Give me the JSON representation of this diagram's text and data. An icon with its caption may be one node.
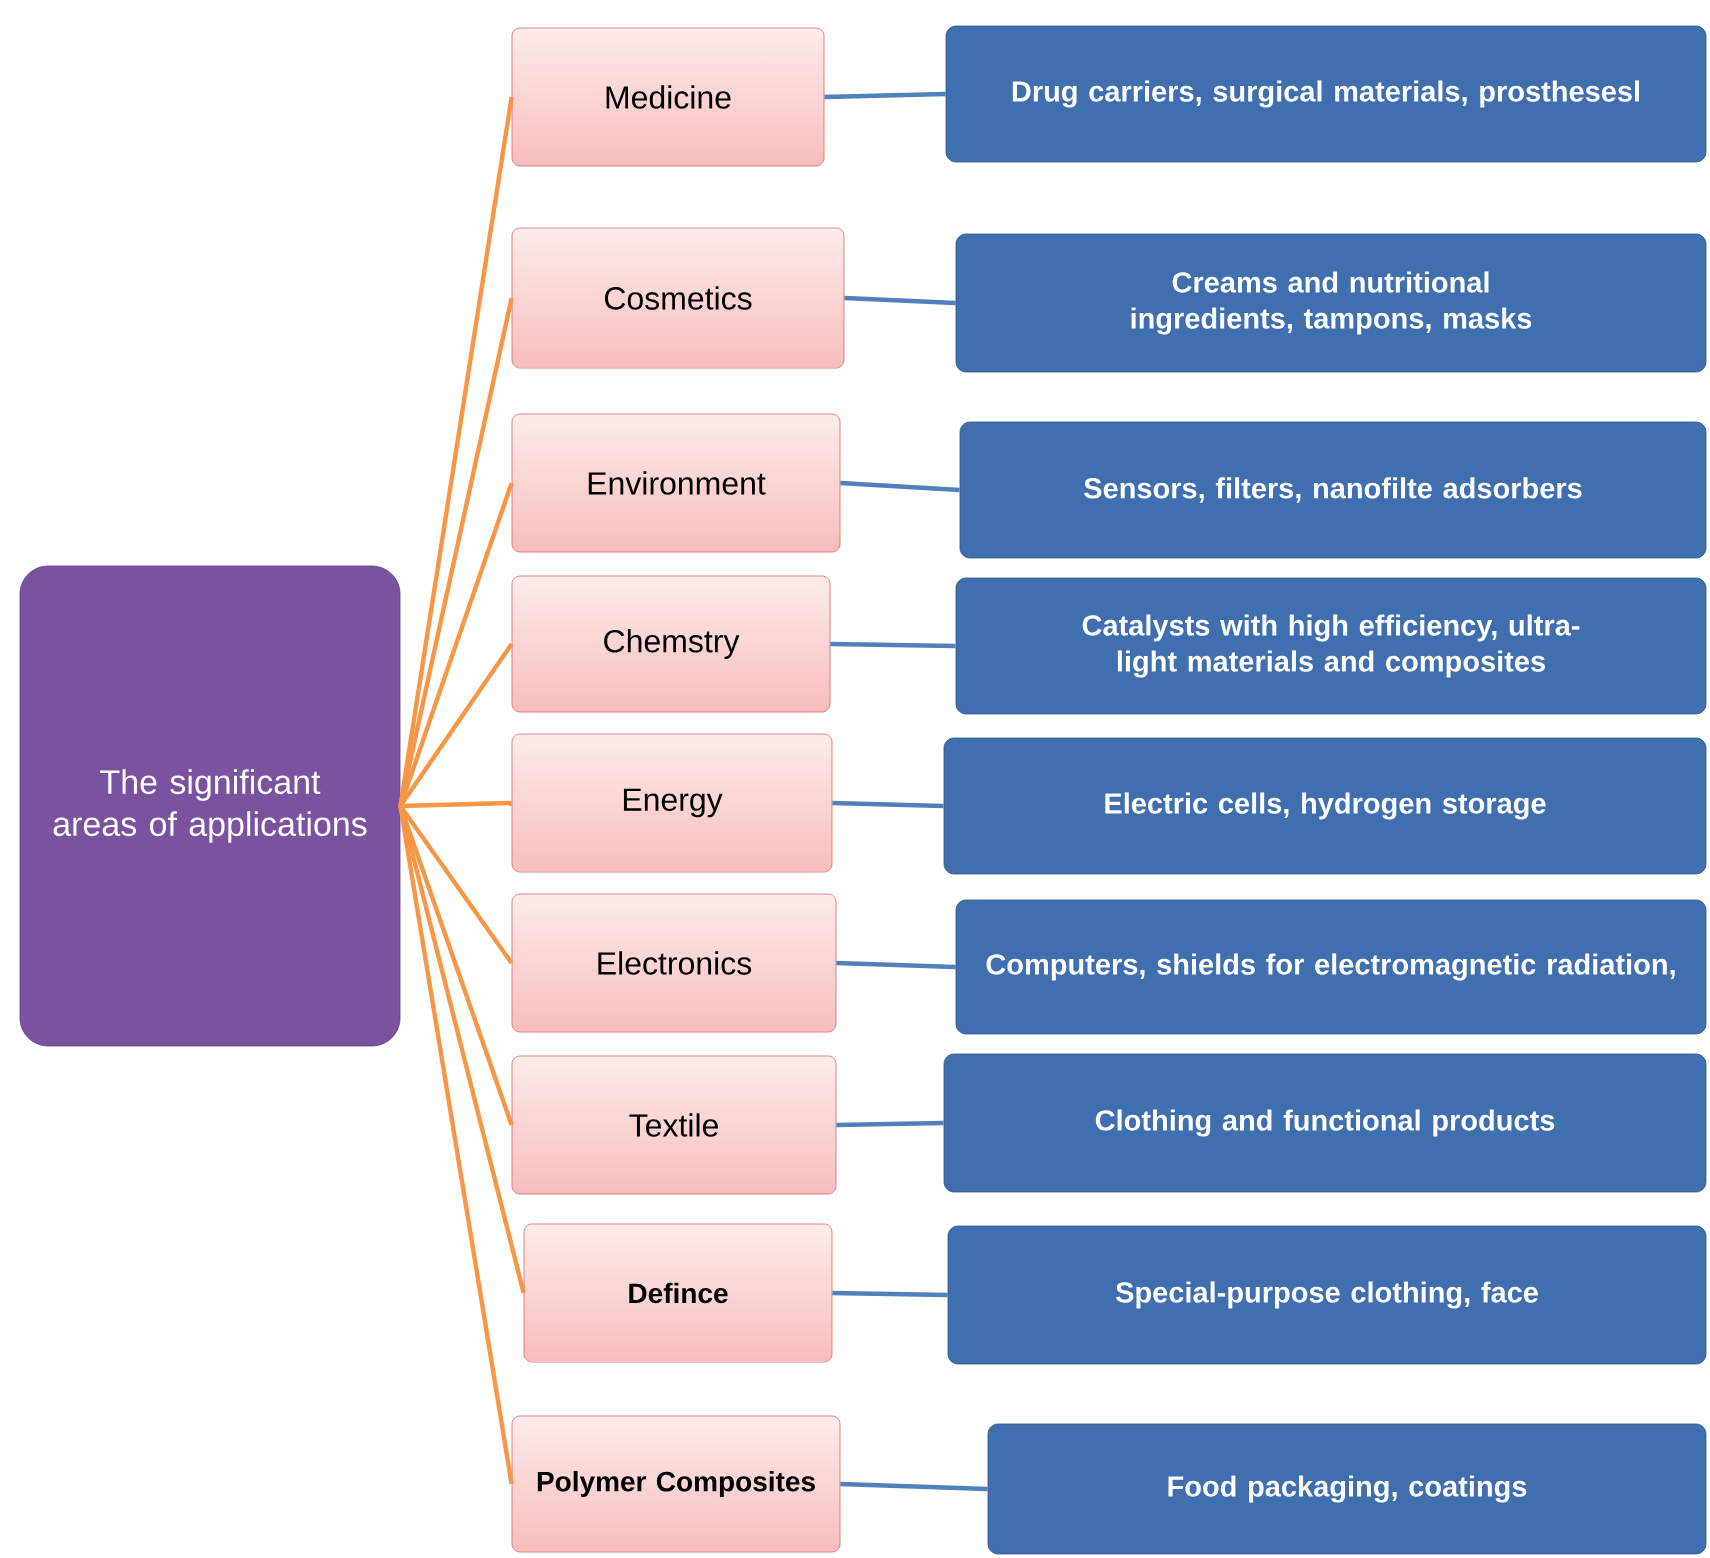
{
  "diagram": {
    "nodes": [
      {
        "text": [
          "The significant areas of applications"
        ]
      },
      {
        "text": [
          "Medicine"
        ]
      },
      {
        "text": [
          "Drug carriers, surgical materials, prosthesesl"
        ]
      },
      {
        "text": [
          "Cosmetics"
        ]
      },
      {
        "text": [
          "Creams and nutritional ingredients, tampons, masks"
        ]
      },
      {
        "text": [
          "Environment"
        ]
      },
      {
        "text": [
          "Sensors, filters, nanofilte adsorbers"
        ]
      },
      {
        "text": [
          "Chemstry"
        ]
      },
      {
        "text": [
          "Catalysts with high efficiency, ultra-light materials and composites"
        ]
      },
      {
        "text": [
          "Energy"
        ]
      },
      {
        "text": [
          "Electric cells, hydrogen storage"
        ]
      },
      {
        "text": [
          "Electronics"
        ]
      },
      {
        "text": [
          "Computers, shields for electromagnetic radiation,"
        ]
      },
      {
        "text": [
          "Textile"
        ]
      },
      {
        "text": [
          "Clothing and functional products"
        ]
      },
      {
        "text": [
          "Defince"
        ]
      },
      {
        "text": [
          "Special-purpose clothing, face"
        ]
      },
      {
        "text": [
          "Polymer Composites"
        ]
      },
      {
        "text": [
          "Food packaging, coatings"
        ]
      }
    ],
    "edges": [
      {
        "from": 0,
        "to": 1,
        "arrow": "none"
      },
      {
        "from": 0,
        "to": 3,
        "arrow": "none"
      },
      {
        "from": 0,
        "to": 5,
        "arrow": "none"
      },
      {
        "from": 0,
        "to": 7,
        "arrow": "none"
      },
      {
        "from": 0,
        "to": 9,
        "arrow": "none"
      },
      {
        "from": 0,
        "to": 11,
        "arrow": "none"
      },
      {
        "from": 0,
        "to": 13,
        "arrow": "none"
      },
      {
        "from": 0,
        "to": 15,
        "arrow": "none"
      },
      {
        "from": 0,
        "to": 17,
        "arrow": "none"
      },
      {
        "from": 1,
        "to": 2,
        "arrow": "none",
        "color": "#4f81bd"
      },
      {
        "from": 3,
        "to": 4,
        "arrow": "none",
        "color": "#4f81bd"
      },
      {
        "from": 5,
        "to": 6,
        "arrow": "none",
        "color": "#4f81bd"
      },
      {
        "from": 7,
        "to": 8,
        "arrow": "none",
        "color": "#4f81bd"
      },
      {
        "from": 9,
        "to": 10,
        "arrow": "none",
        "color": "#4f81bd"
      },
      {
        "from": 11,
        "to": 12,
        "arrow": "none",
        "color": "#4f81bd"
      },
      {
        "from": 13,
        "to": 14,
        "arrow": "none",
        "color": "#4f81bd"
      },
      {
        "from": 15,
        "to": 16,
        "arrow": "none",
        "color": "#4f81bd"
      },
      {
        "from": 17,
        "to": 18,
        "arrow": "none",
        "color": "#4f81bd"
      }
    ]
  }
}
